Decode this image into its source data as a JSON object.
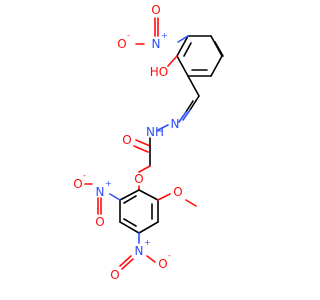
{
  "colors": {
    "background": "#ffffff",
    "carbon_bond": "#000000",
    "oxygen": "#ff0d0d",
    "nitrogen": "#3050f8"
  },
  "labels": {
    "nitro_top_o_minus": "O",
    "nitro_top_n_plus": "N",
    "nitro_top_o": "O",
    "hydroxy": "HO",
    "imine_n": "N",
    "hydrazide_nh": "NH",
    "carbonyl_o": "O",
    "ether_o": "O",
    "methoxy_o": "O",
    "nitro_left_o_minus": "O",
    "nitro_left_n_plus": "N",
    "nitro_left_o": "O",
    "nitro_bottom_n_plus": "N",
    "nitro_bottom_o_minus": "O",
    "nitro_bottom_o": "O"
  },
  "charges": {
    "minus": "-",
    "plus": "+"
  }
}
